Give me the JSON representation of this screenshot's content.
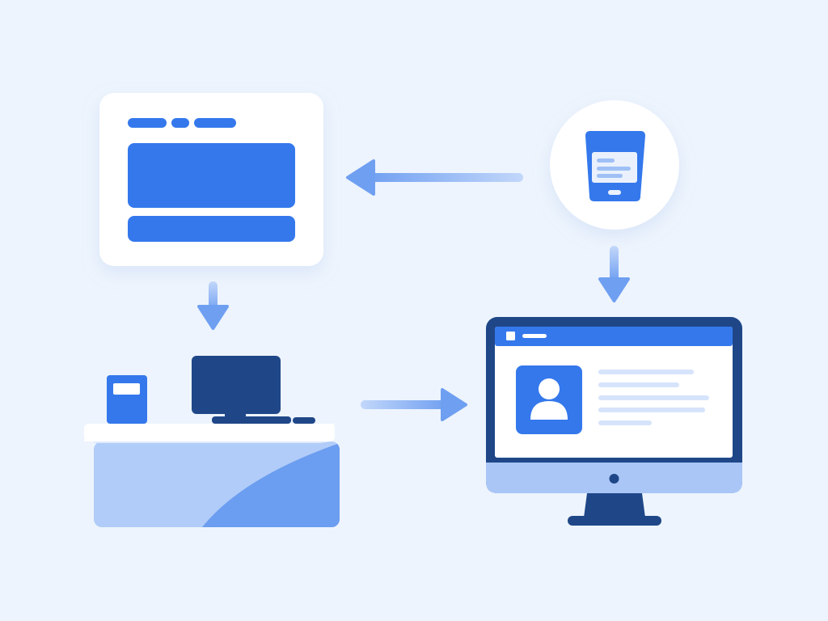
{
  "diagram": {
    "nodes": [
      {
        "id": "web-page-card",
        "icon": "webpage-layout-icon"
      },
      {
        "id": "mobile-phone-circle",
        "icon": "mobile-phone-icon"
      },
      {
        "id": "reception-desk",
        "icon": "front-desk-computer-icon"
      },
      {
        "id": "desktop-monitor",
        "icon": "user-profile-monitor-icon"
      }
    ],
    "edges": [
      {
        "from": "mobile-phone-circle",
        "to": "web-page-card",
        "direction": "left"
      },
      {
        "from": "web-page-card",
        "to": "reception-desk",
        "direction": "down"
      },
      {
        "from": "mobile-phone-circle",
        "to": "desktop-monitor",
        "direction": "down"
      },
      {
        "from": "reception-desk",
        "to": "desktop-monitor",
        "direction": "right"
      }
    ]
  },
  "colors": {
    "background": "#edf4fd",
    "primary_blue": "#3478ec",
    "dark_navy": "#1f4788",
    "light_blue": "#a9c6f6",
    "mid_blue": "#6b9df0",
    "arrow_blue": "#6f9ff1",
    "card_white": "#ffffff"
  }
}
